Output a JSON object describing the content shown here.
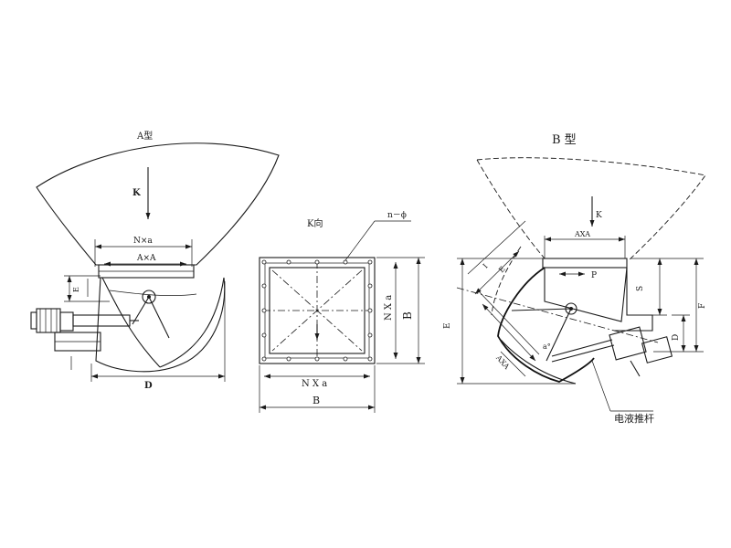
{
  "type_a": {
    "title": "A型",
    "k_arrow": "K",
    "dim_nxa": "N×a",
    "dim_axa": "A×A",
    "dim_e": "E",
    "dim_d": "D"
  },
  "view_k": {
    "title": "K向",
    "bolt_holes": "n－ϕ",
    "dim_nxa_side": "N X a",
    "dim_b_side": "B",
    "dim_nxa_bottom": "N X a",
    "dim_b_bottom": "B"
  },
  "type_b": {
    "title": "B 型",
    "k_arrow": "K",
    "dim_axa_top": "AXA",
    "dim_axa_diag": "AXA",
    "dim_p": "P",
    "dim_s": "S",
    "dim_f": "F",
    "dim_d": "D",
    "dim_e": "E",
    "dim_e_diag": "E",
    "dim_i": "I",
    "dim_alpha": "a°",
    "actuator_label": "电液推杆"
  }
}
